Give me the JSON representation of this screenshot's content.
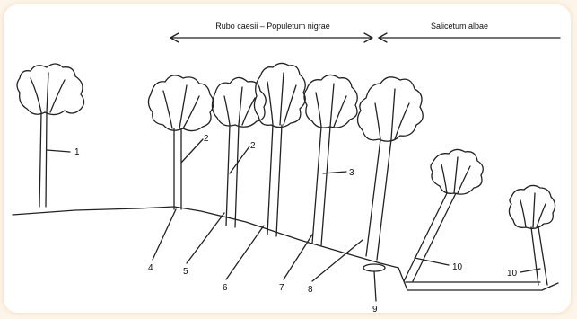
{
  "header": {
    "community_left": "Rubo caesii – Populetum nigrae",
    "community_right": "Salicetum albae"
  },
  "callouts": [
    "1",
    "2",
    "2",
    "3",
    "4",
    "5",
    "6",
    "7",
    "8",
    "9",
    "10",
    "10"
  ]
}
